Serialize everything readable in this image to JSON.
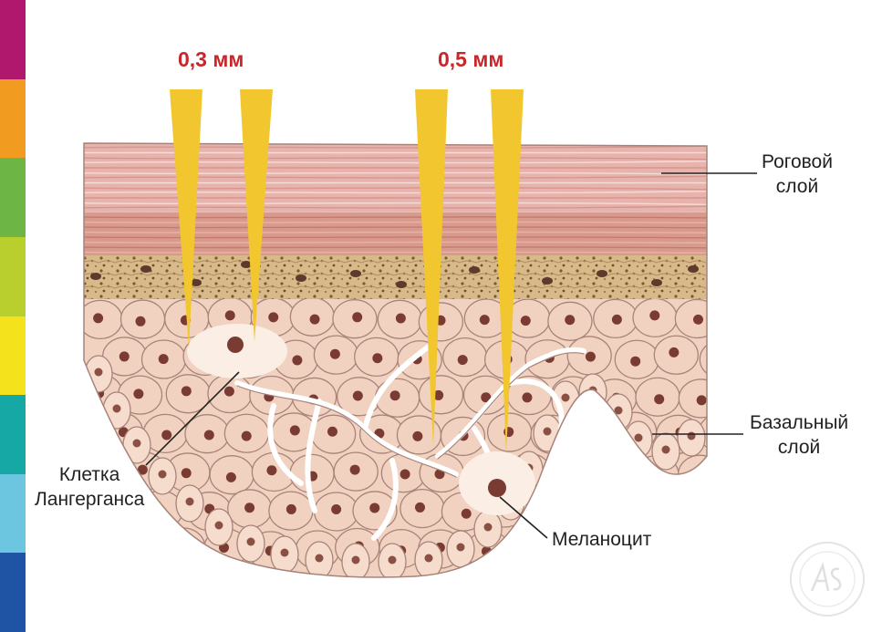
{
  "color_strip": [
    "#b0186e",
    "#f29b21",
    "#6db544",
    "#b8cf2d",
    "#f4e21c",
    "#16a8a5",
    "#6cc6e0",
    "#1f53a3"
  ],
  "depth_labels": [
    {
      "text": "0,3 мм"
    },
    {
      "text": "0,5 мм"
    }
  ],
  "labels": {
    "horny_layer": [
      "Роговой",
      "слой"
    ],
    "basal_layer": [
      "Базальный",
      "слой"
    ],
    "langerhans_cell": [
      "Клетка",
      "Лангерганса"
    ],
    "melanocyte": "Меланоцит"
  },
  "colors": {
    "depth_text": "#c8262a",
    "needle": "#f2c62e",
    "horny_layer": "#e6b3ad",
    "granular_layer": "#c8a57a",
    "spinous_layer": "#f1d2c0",
    "cell_outline": "#a8837a",
    "nucleus": "#7a3b33"
  },
  "watermark_icon": "asp-logo-icon"
}
